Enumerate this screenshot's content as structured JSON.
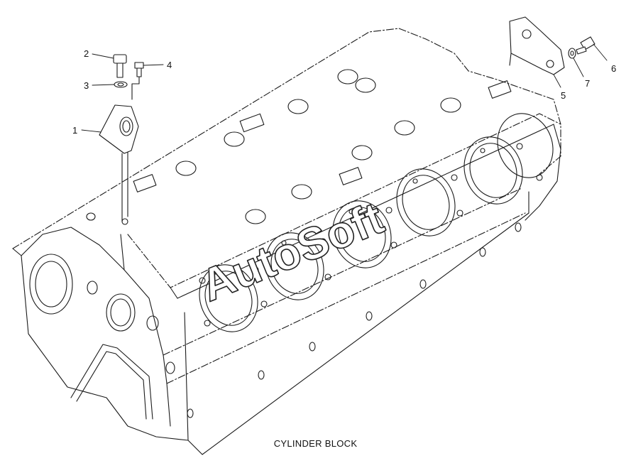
{
  "caption": "CYLINDER BLOCK",
  "watermark": "AutoSoft",
  "callouts": [
    {
      "label": "1",
      "part": "lifting-eye-front"
    },
    {
      "label": "2",
      "part": "capscrew"
    },
    {
      "label": "3",
      "part": "washer"
    },
    {
      "label": "4",
      "part": "plug"
    },
    {
      "label": "5",
      "part": "lifting-eye-rear"
    },
    {
      "label": "6",
      "part": "capscrew"
    },
    {
      "label": "7",
      "part": "washer"
    }
  ],
  "colors": {
    "line": "#1a1a1a",
    "background": "#ffffff"
  }
}
